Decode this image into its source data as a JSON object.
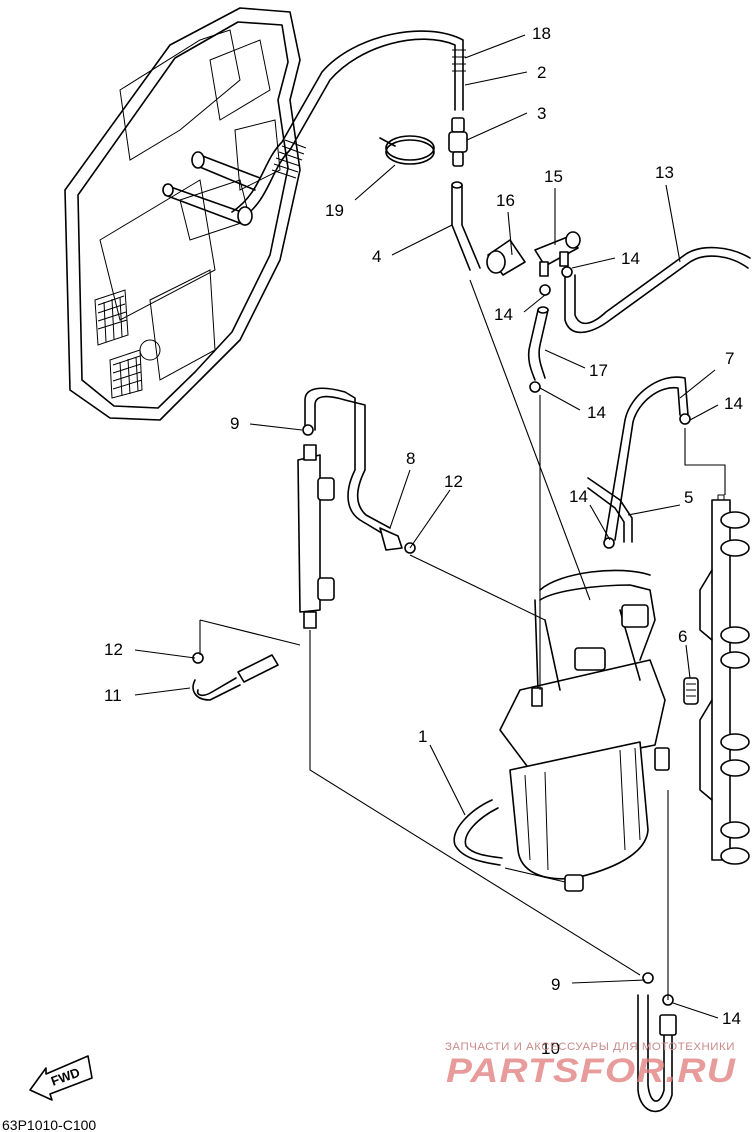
{
  "diagram_code": "63P1010-C100",
  "direction_label": "FWD",
  "watermark": {
    "tagline": "ЗАПЧАСТИ И АКСЕССУАРЫ ДЛЯ МОТОТЕХНИКИ",
    "brand": "PARTSFOR.RU",
    "color": "#e07a7a"
  },
  "callouts": [
    {
      "id": "c18",
      "text": "18"
    },
    {
      "id": "c2",
      "text": "2"
    },
    {
      "id": "c3",
      "text": "3"
    },
    {
      "id": "c19",
      "text": "19"
    },
    {
      "id": "c4",
      "text": "4"
    },
    {
      "id": "c16",
      "text": "16"
    },
    {
      "id": "c15",
      "text": "15"
    },
    {
      "id": "c13",
      "text": "13"
    },
    {
      "id": "c14a",
      "text": "14"
    },
    {
      "id": "c14b",
      "text": "14"
    },
    {
      "id": "c17",
      "text": "17"
    },
    {
      "id": "c14c",
      "text": "14"
    },
    {
      "id": "c7",
      "text": "7"
    },
    {
      "id": "c14d",
      "text": "14"
    },
    {
      "id": "c9a",
      "text": "9"
    },
    {
      "id": "c8",
      "text": "8"
    },
    {
      "id": "c12a",
      "text": "12"
    },
    {
      "id": "c14e",
      "text": "14"
    },
    {
      "id": "c5",
      "text": "5"
    },
    {
      "id": "c6",
      "text": "6"
    },
    {
      "id": "c12b",
      "text": "12"
    },
    {
      "id": "c11",
      "text": "11"
    },
    {
      "id": "c1",
      "text": "1"
    },
    {
      "id": "c9b",
      "text": "9"
    },
    {
      "id": "c14f",
      "text": "14"
    },
    {
      "id": "c10",
      "text": "10"
    }
  ]
}
